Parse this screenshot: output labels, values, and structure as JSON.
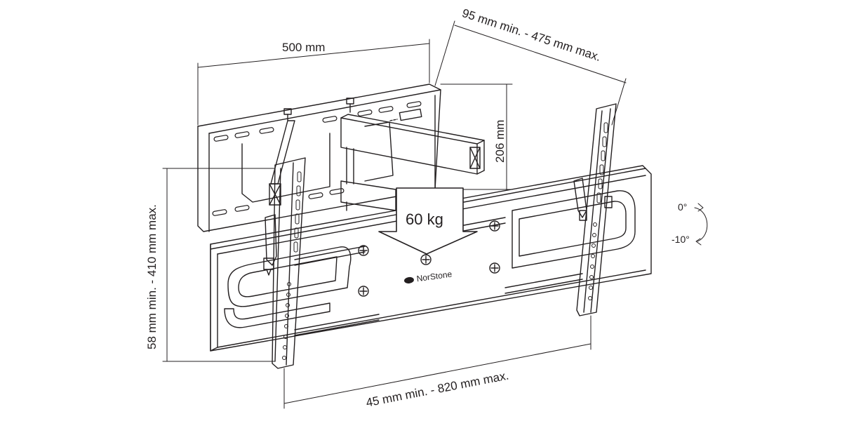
{
  "dimensions": {
    "width_label": "500 mm",
    "depth_label": "95 mm min. - 475 mm max.",
    "arm_height_label": "206 mm",
    "vertical_adjust_label": "58 mm min. - 410 mm max.",
    "horizontal_spacing_label": "45 mm min. - 820 mm max."
  },
  "load": {
    "label": "60 kg"
  },
  "tilt": {
    "upper_label": "0°",
    "lower_label": "-10°"
  },
  "brand": {
    "name": "NorStone"
  },
  "colors": {
    "line": "#231f20",
    "background": "#ffffff"
  }
}
